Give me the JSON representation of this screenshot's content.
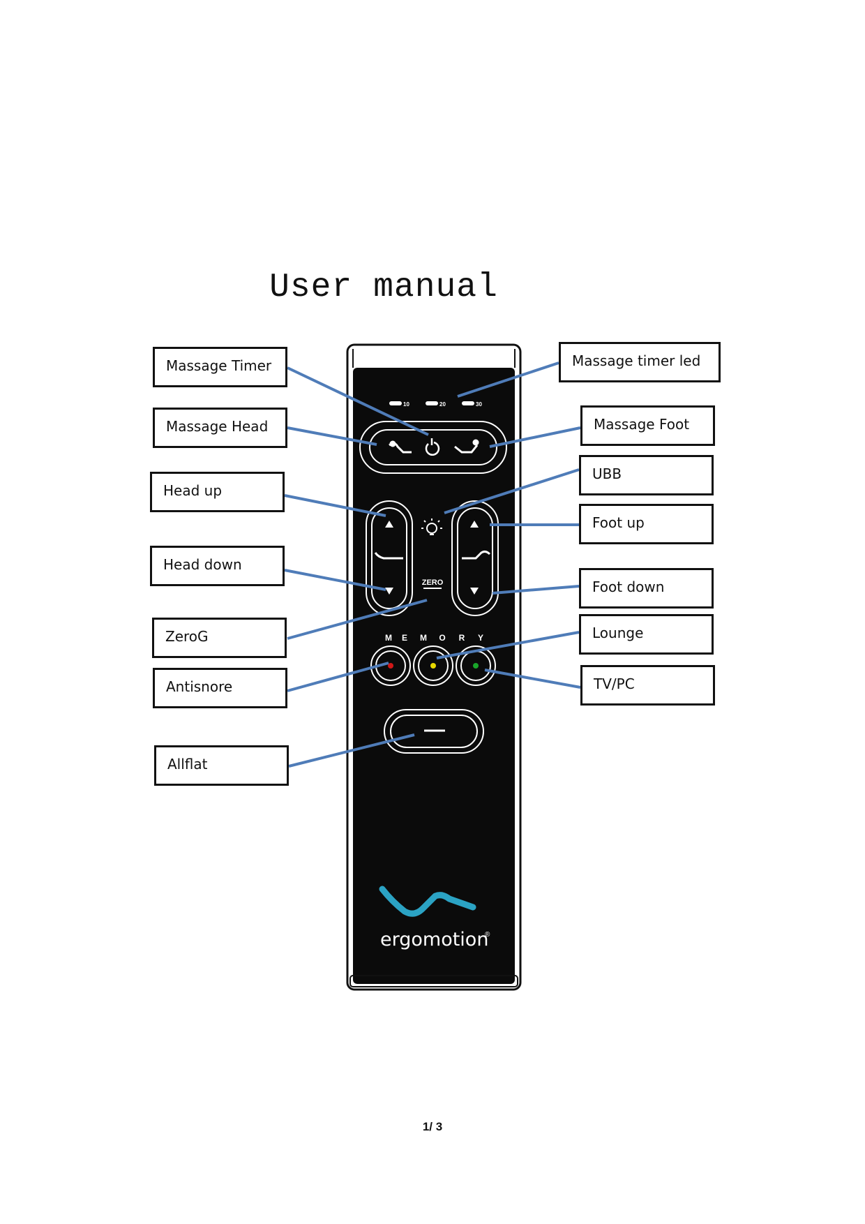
{
  "title": "User manual",
  "page_number": "1/ 3",
  "remote": {
    "brand": "ergomotion",
    "timer_marks": [
      "10",
      "20",
      "30"
    ],
    "memory_letters": [
      "M",
      "E",
      "M",
      "O",
      "R",
      "Y"
    ],
    "zero_label": "ZERO"
  },
  "callouts": {
    "massage_timer": "Massage Timer",
    "massage_head": "Massage Head",
    "head_up": "Head up",
    "head_down": "Head down",
    "zerog": "ZeroG",
    "antisnore": "Antisnore",
    "allflat": "Allflat",
    "massage_timer_led": "Massage timer led",
    "massage_foot": "Massage Foot",
    "ubb": "UBB",
    "foot_up": "Foot up",
    "foot_down": "Foot down",
    "lounge": "Lounge",
    "tv_pc": "TV/PC"
  },
  "colors": {
    "leader_line": "#4f7cb8",
    "remote_body": "#0b0b0b",
    "memory_1": "#d01818",
    "memory_2": "#e8d800",
    "memory_3": "#19a52a",
    "logo_accent": "#2ba3c4"
  }
}
